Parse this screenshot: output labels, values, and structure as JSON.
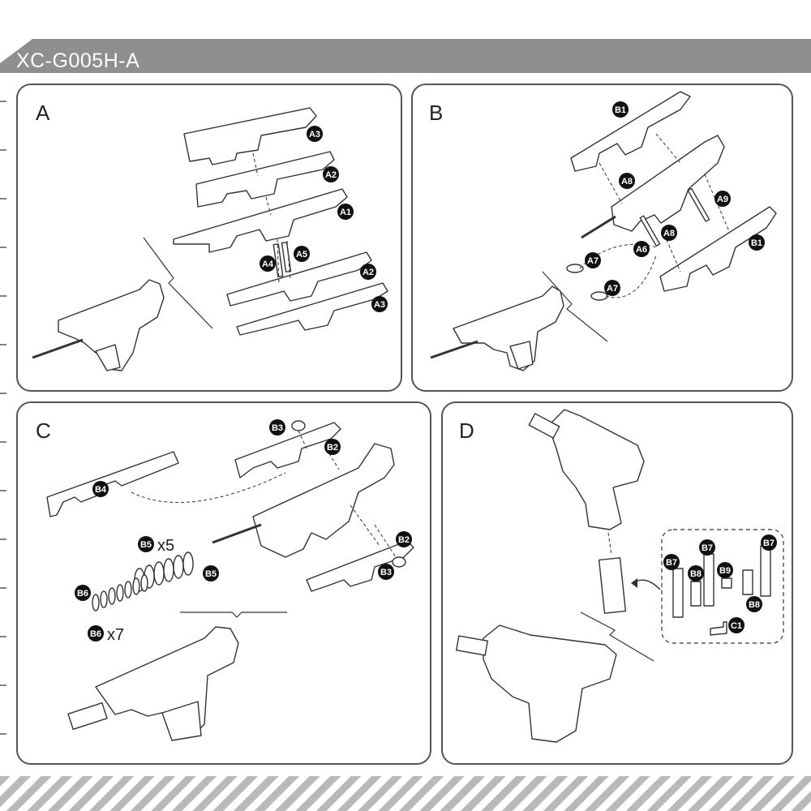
{
  "header": {
    "title": "XC-G005H-A"
  },
  "panels": [
    {
      "letter": "A",
      "parts": [
        "A3",
        "A2",
        "A1",
        "A4",
        "A5",
        "A2",
        "A3"
      ]
    },
    {
      "letter": "B",
      "parts": [
        "B1",
        "A8",
        "A9",
        "A8",
        "A6",
        "A7",
        "A7",
        "B1"
      ]
    },
    {
      "letter": "C",
      "parts": [
        "B3",
        "B2",
        "B4",
        "B5",
        "B5",
        "B6",
        "B2",
        "B3",
        "B6"
      ],
      "quantities": {
        "b5": "x5",
        "b6": "x7"
      }
    },
    {
      "letter": "D",
      "parts": [
        "B7",
        "B7",
        "B8",
        "B9",
        "B8",
        "B7",
        "C1"
      ]
    }
  ]
}
